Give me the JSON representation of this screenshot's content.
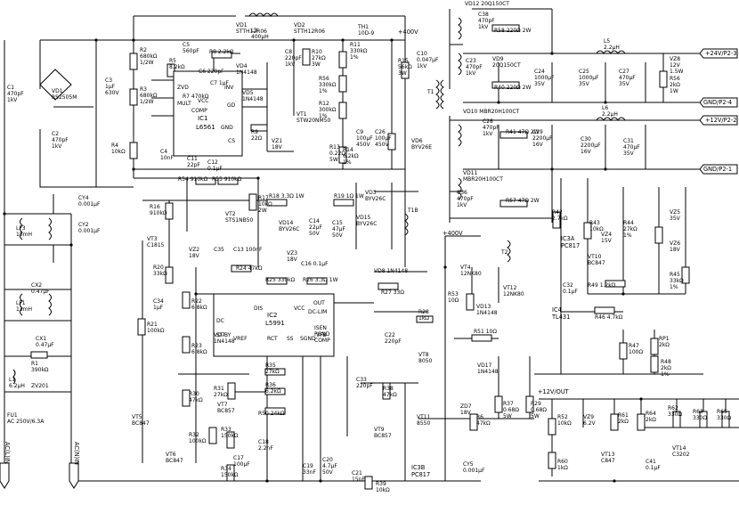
{
  "inputs": {
    "acl": "AC(L)IN",
    "acn": "AC(N)IN"
  },
  "outputs": {
    "p24": "+24V/P2-3",
    "gnd24": "GND/P2-4",
    "p12": "+12V/P2-2",
    "gnd12": "GND/P2-1",
    "p12out": "+12V/OUT",
    "hv400a": "+400V",
    "hv400b": "+400V"
  },
  "ics": {
    "ic1": {
      "ref": "IC1",
      "part": "L6561",
      "pins": [
        "ZVD",
        "MULT",
        "COMP",
        "INV",
        "GD",
        "GND",
        "CS",
        "VCC"
      ]
    },
    "ic2": {
      "ref": "IC2",
      "part": "L5991",
      "pins": [
        "DIS",
        "VCC",
        "OUT",
        "DC-LIM",
        "DC",
        "ST-BY",
        "VREF",
        "RCT",
        "SS",
        "SGND",
        "VFB",
        "ISEN",
        "PGND",
        "COMP"
      ]
    },
    "ic3a": {
      "ref": "IC3A",
      "part": "PC817"
    },
    "ic3b": {
      "ref": "IC3B",
      "part": "PC817"
    },
    "ic4": {
      "ref": "IC4",
      "part": "TL431"
    }
  },
  "labels": {
    "c1": [
      "C1",
      "470pF",
      "1kV"
    ],
    "vd1b": [
      "VD1",
      "RS2505M"
    ],
    "c2": [
      "C2",
      "470pF",
      "1kV"
    ],
    "c3": [
      "C3",
      "1μF",
      "630V"
    ],
    "r2": [
      "R2",
      "680kΩ",
      "1/2W"
    ],
    "r3": [
      "R3",
      "680kΩ",
      "1/2W"
    ],
    "r5": [
      "R5",
      "8.2kΩ"
    ],
    "r4": [
      "R4",
      "10kΩ"
    ],
    "c4": [
      "C4",
      "10nF"
    ],
    "c5": [
      "C5",
      "560pF"
    ],
    "r8": [
      "R8 2.2kΩ"
    ],
    "c6": [
      "C6 220pF"
    ],
    "c7": [
      "C7 1μF"
    ],
    "r7": [
      "R7 470kΩ"
    ],
    "vd4": [
      "VD4",
      "1N4148"
    ],
    "vd5": [
      "VD5",
      "1N4148"
    ],
    "r9": [
      "R9",
      "22Ω"
    ],
    "c11": [
      "C11",
      "22pF"
    ],
    "c12": [
      "C12",
      "0.1μF"
    ],
    "vd1": [
      "VD1",
      "STTH12R06"
    ],
    "l3": [
      "L3",
      "400μH"
    ],
    "vd2": [
      "VD2",
      "STTH12R06"
    ],
    "c8": [
      "C8",
      "220pF",
      "1kV"
    ],
    "r10": [
      "R10",
      "27kΩ",
      "3W"
    ],
    "r11": [
      "R11",
      "330kΩ",
      "1%"
    ],
    "th1": [
      "TH1",
      "10D-9"
    ],
    "r56": [
      "R56",
      "330kΩ",
      "1%"
    ],
    "r12": [
      "R12",
      "300kΩ",
      "1%"
    ],
    "vt1": [
      "VT1",
      "STW20NM50"
    ],
    "vz1": [
      "VZ1",
      "18V"
    ],
    "r13": [
      "R13",
      "0.22Ω",
      "5W"
    ],
    "r14": [
      "R14",
      "6.2kΩ",
      "1%"
    ],
    "c9": [
      "C9",
      "100μF",
      "450V"
    ],
    "c26": [
      "C26",
      "100μF",
      "450V"
    ],
    "r15": [
      "R15",
      "56kΩ",
      "3W"
    ],
    "c10": [
      "C10",
      "0.047μF",
      "1kV"
    ],
    "vd6": [
      "VD6",
      "BYV26E"
    ],
    "t1": [
      "T1"
    ],
    "vd12": [
      "VD12 20Q150CT"
    ],
    "c38": [
      "C38",
      "470pF",
      "1kV"
    ],
    "r58": [
      "R58 220Ω 2W"
    ],
    "c23": [
      "C23",
      "470pF",
      "1kV"
    ],
    "vd9": [
      "VD9",
      "20Q150CT"
    ],
    "r40": [
      "R40 220Ω 2W"
    ],
    "c24": [
      "C24",
      "1000μF",
      "35V"
    ],
    "l5": [
      "L5",
      "2.2μH"
    ],
    "c25": [
      "C25",
      "1000μF",
      "35V"
    ],
    "c27": [
      "C27",
      "470μF",
      "35V"
    ],
    "vz8": [
      "VZ8",
      "12V",
      "1.5W"
    ],
    "r56b": [
      "R56",
      "2kΩ",
      "1W"
    ],
    "vd10": [
      "VD10 MBR20H100CT"
    ],
    "c28": [
      "C28",
      "470pF",
      "1kV"
    ],
    "r41": [
      "R41 47Ω 2W"
    ],
    "c29": [
      "C29",
      "2200μF",
      "16V"
    ],
    "l6": [
      "L6",
      "2.2μH"
    ],
    "c30": [
      "C30",
      "2200μF",
      "16V"
    ],
    "c31": [
      "C31",
      "470μF",
      "35V"
    ],
    "vd11": [
      "VD11",
      "MBR20H100CT"
    ],
    "c36": [
      "C36",
      "470pF",
      "1kV"
    ],
    "r57": [
      "R57 47Ω 2W"
    ],
    "cy4": [
      "CY4",
      "0.001μF"
    ],
    "cy2": [
      "CY2",
      "0.001μF"
    ],
    "lf3": [
      "LF3",
      "15mH"
    ],
    "cx2": [
      "CX2",
      "0.47μF"
    ],
    "lf1": [
      "LF1",
      "13mH"
    ],
    "cx1": [
      "CX1",
      "0.47μF"
    ],
    "r1": [
      "R1",
      "390kΩ"
    ],
    "zv201": [
      "ZV201"
    ],
    "l1": [
      "L1",
      "6.2μH"
    ],
    "fu1": [
      "FU1",
      "AC 250V/6.3A"
    ],
    "r54": [
      "R54 910kΩ"
    ],
    "r55": [
      "R55 910kΩ"
    ],
    "r16": [
      "R16",
      "910kΩ"
    ],
    "r17": [
      "R17",
      "10kΩ",
      "2W"
    ],
    "vt2": [
      "VT2",
      "STS1NB50"
    ],
    "r18": [
      "R18 3.3Ω 1W"
    ],
    "r19": [
      "R19 1Ω 1W"
    ],
    "vd14": [
      "VD14",
      "BYV26C"
    ],
    "c14": [
      "C14",
      "22μF",
      "50V"
    ],
    "c15": [
      "C15",
      "47μF",
      "50V"
    ],
    "vd3": [
      "VD3",
      "BYV26C"
    ],
    "vd15": [
      "VD15",
      "BYV26C"
    ],
    "t1b": [
      "T1B"
    ],
    "vt3": [
      "VT3",
      "C1815"
    ],
    "vz2": [
      "VZ2",
      "18V"
    ],
    "c35": [
      "C35"
    ],
    "c13": [
      "C13 100nF"
    ],
    "vz3": [
      "VZ3",
      "18V"
    ],
    "c16": [
      "C16 0.1μF"
    ],
    "r20": [
      "R20",
      "33kΩ"
    ],
    "c34": [
      "C34",
      "1μF"
    ],
    "r24": [
      "R24 47kΩ"
    ],
    "r25": [
      "R25 330kΩ"
    ],
    "r26": [
      "R26 3.3Ω 1W"
    ],
    "vd8": [
      "VD8 1N4148"
    ],
    "r27": [
      "R27 33Ω"
    ],
    "t2": [
      "T2"
    ],
    "vt4": [
      "VT4",
      "12NK80"
    ],
    "r53": [
      "R53",
      "10Ω"
    ],
    "vd13": [
      "VD13",
      "1N4148"
    ],
    "vt12": [
      "VT12",
      "12NK80"
    ],
    "r22": [
      "R22",
      "6.8kΩ"
    ],
    "r21": [
      "R21",
      "100kΩ"
    ],
    "r23": [
      "R23",
      "6.8kΩ"
    ],
    "vd7": [
      "VD7",
      "1N4148"
    ],
    "r28": [
      "R28",
      "1kΩ"
    ],
    "c22": [
      "C22",
      "220pF"
    ],
    "r51": [
      "R51 10Ω"
    ],
    "vd17": [
      "VD17",
      "1N4148"
    ],
    "vt8": [
      "VT8",
      "8050"
    ],
    "r35": [
      "R35",
      "27kΩ"
    ],
    "r36": [
      "R36",
      "6.2kΩ"
    ],
    "r31": [
      "R31",
      "27kΩ"
    ],
    "vt7": [
      "VT7",
      "BC857"
    ],
    "r50": [
      "R50 24kΩ"
    ],
    "c33": [
      "C33",
      "220pF"
    ],
    "r38": [
      "R38",
      "47kΩ"
    ],
    "r30": [
      "R30",
      "47kΩ"
    ],
    "r32": [
      "R32",
      "100kΩ"
    ],
    "r33": [
      "R33",
      "150kΩ"
    ],
    "c17": [
      "C17",
      "100μF"
    ],
    "c18": [
      "C18",
      "2.2nF"
    ],
    "c19": [
      "C19",
      "33nF"
    ],
    "c20": [
      "C20",
      "4.7μF",
      "50V"
    ],
    "r34": [
      "R34",
      "150kΩ"
    ],
    "vt5": [
      "VT5",
      "BC847"
    ],
    "vt6": [
      "VT6",
      "BC847"
    ],
    "vt9": [
      "VT9",
      "BC857"
    ],
    "c21": [
      "C21",
      "15nF"
    ],
    "r39": [
      "R39",
      "10kΩ"
    ],
    "cy5": [
      "CY5",
      "0.001μF"
    ],
    "vt11": [
      "VT11",
      "8550"
    ],
    "zd7": [
      "ZD7",
      "18V"
    ],
    "r6": [
      "R6",
      "47kΩ"
    ],
    "r37": [
      "R37",
      "0.68Ω",
      "5W"
    ],
    "r29": [
      "R29",
      "0.68Ω",
      "5W"
    ],
    "r42": [
      "R42",
      "2.7kΩ"
    ],
    "r43": [
      "R43",
      "10kΩ"
    ],
    "vt10": [
      "VT10",
      "BC847"
    ],
    "r44": [
      "R44",
      "27kΩ",
      "1%"
    ],
    "vz4": [
      "VZ4",
      "15V"
    ],
    "vz5": [
      "VZ5",
      "35V"
    ],
    "vz6": [
      "VZ6",
      "18V"
    ],
    "c32": [
      "C32",
      "0.1μF"
    ],
    "r49": [
      "R49 1.2kΩ"
    ],
    "r46": [
      "R46 4.7kΩ"
    ],
    "r45": [
      "R45",
      "33kΩ",
      "1%"
    ],
    "r47": [
      "R47",
      "100Ω"
    ],
    "rp1": [
      "RP1",
      "2kΩ"
    ],
    "r48": [
      "R48",
      "2kΩ",
      "1%"
    ],
    "r52": [
      "R52",
      "10kΩ"
    ],
    "vz9": [
      "VZ9",
      "6.2V"
    ],
    "r61": [
      "R61",
      "2kΩ"
    ],
    "r64": [
      "R64",
      "2kΩ"
    ],
    "r62": [
      "R62",
      "330Ω"
    ],
    "r63": [
      "R63",
      "330Ω"
    ],
    "r65": [
      "R65",
      "330Ω"
    ],
    "r60": [
      "R60",
      "1kΩ"
    ],
    "vt13": [
      "VT13",
      "C847"
    ],
    "vt14": [
      "VT14",
      "C3202"
    ],
    "c41": [
      "C41",
      "0.1μF"
    ]
  }
}
